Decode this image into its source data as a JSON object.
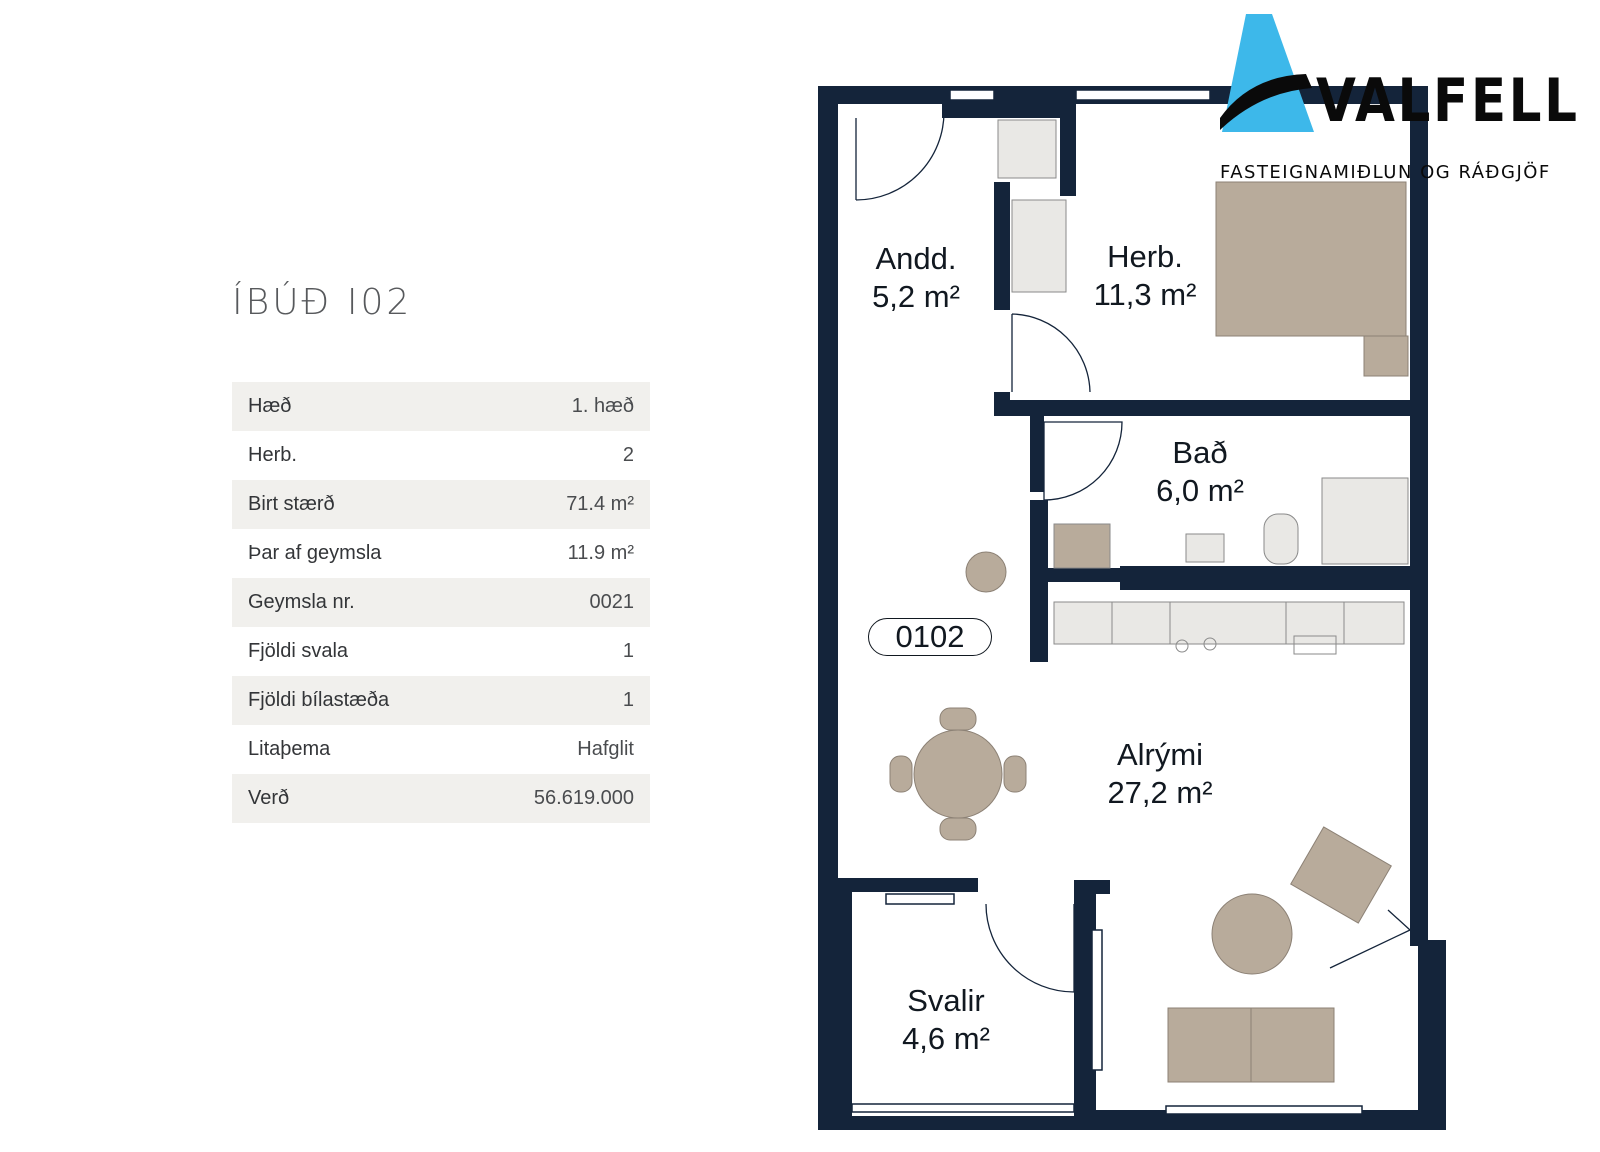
{
  "apartment": {
    "title": "ÍBÚÐ I02",
    "specs": [
      {
        "label": "Hæð",
        "value": "1. hæð"
      },
      {
        "label": "Herb.",
        "value": "2"
      },
      {
        "label": "Birt stærð",
        "value": "71.4 m²"
      },
      {
        "label": "Þar af geymsla",
        "value": "11.9 m²"
      },
      {
        "label": "Geymsla nr.",
        "value": "0021"
      },
      {
        "label": "Fjöldi svala",
        "value": "1"
      },
      {
        "label": "Fjöldi bílastæða",
        "value": "1"
      },
      {
        "label": "Litaþema",
        "value": "Hafglit"
      },
      {
        "label": "Verð",
        "value": "56.619.000"
      }
    ]
  },
  "floorplan": {
    "unit_number": "0102",
    "rooms": {
      "andd": {
        "name": "Andd.",
        "area": "5,2 m²"
      },
      "herb": {
        "name": "Herb.",
        "area": "11,3 m²"
      },
      "bad": {
        "name": "Bað",
        "area": "6,0 m²"
      },
      "alrymi": {
        "name": "Alrými",
        "area": "27,2 m²"
      },
      "svalir": {
        "name": "Svalir",
        "area": "4,6 m²"
      }
    },
    "colors": {
      "wall": "#14243a",
      "furniture": "#b8ab9b",
      "fixture": "#e9e8e5"
    }
  },
  "logo": {
    "wordmark": "VALFELL",
    "tagline": "FASTEIGNAMIÐLUN OG RÁÐGJÖF",
    "color_blue": "#3db8ea"
  }
}
